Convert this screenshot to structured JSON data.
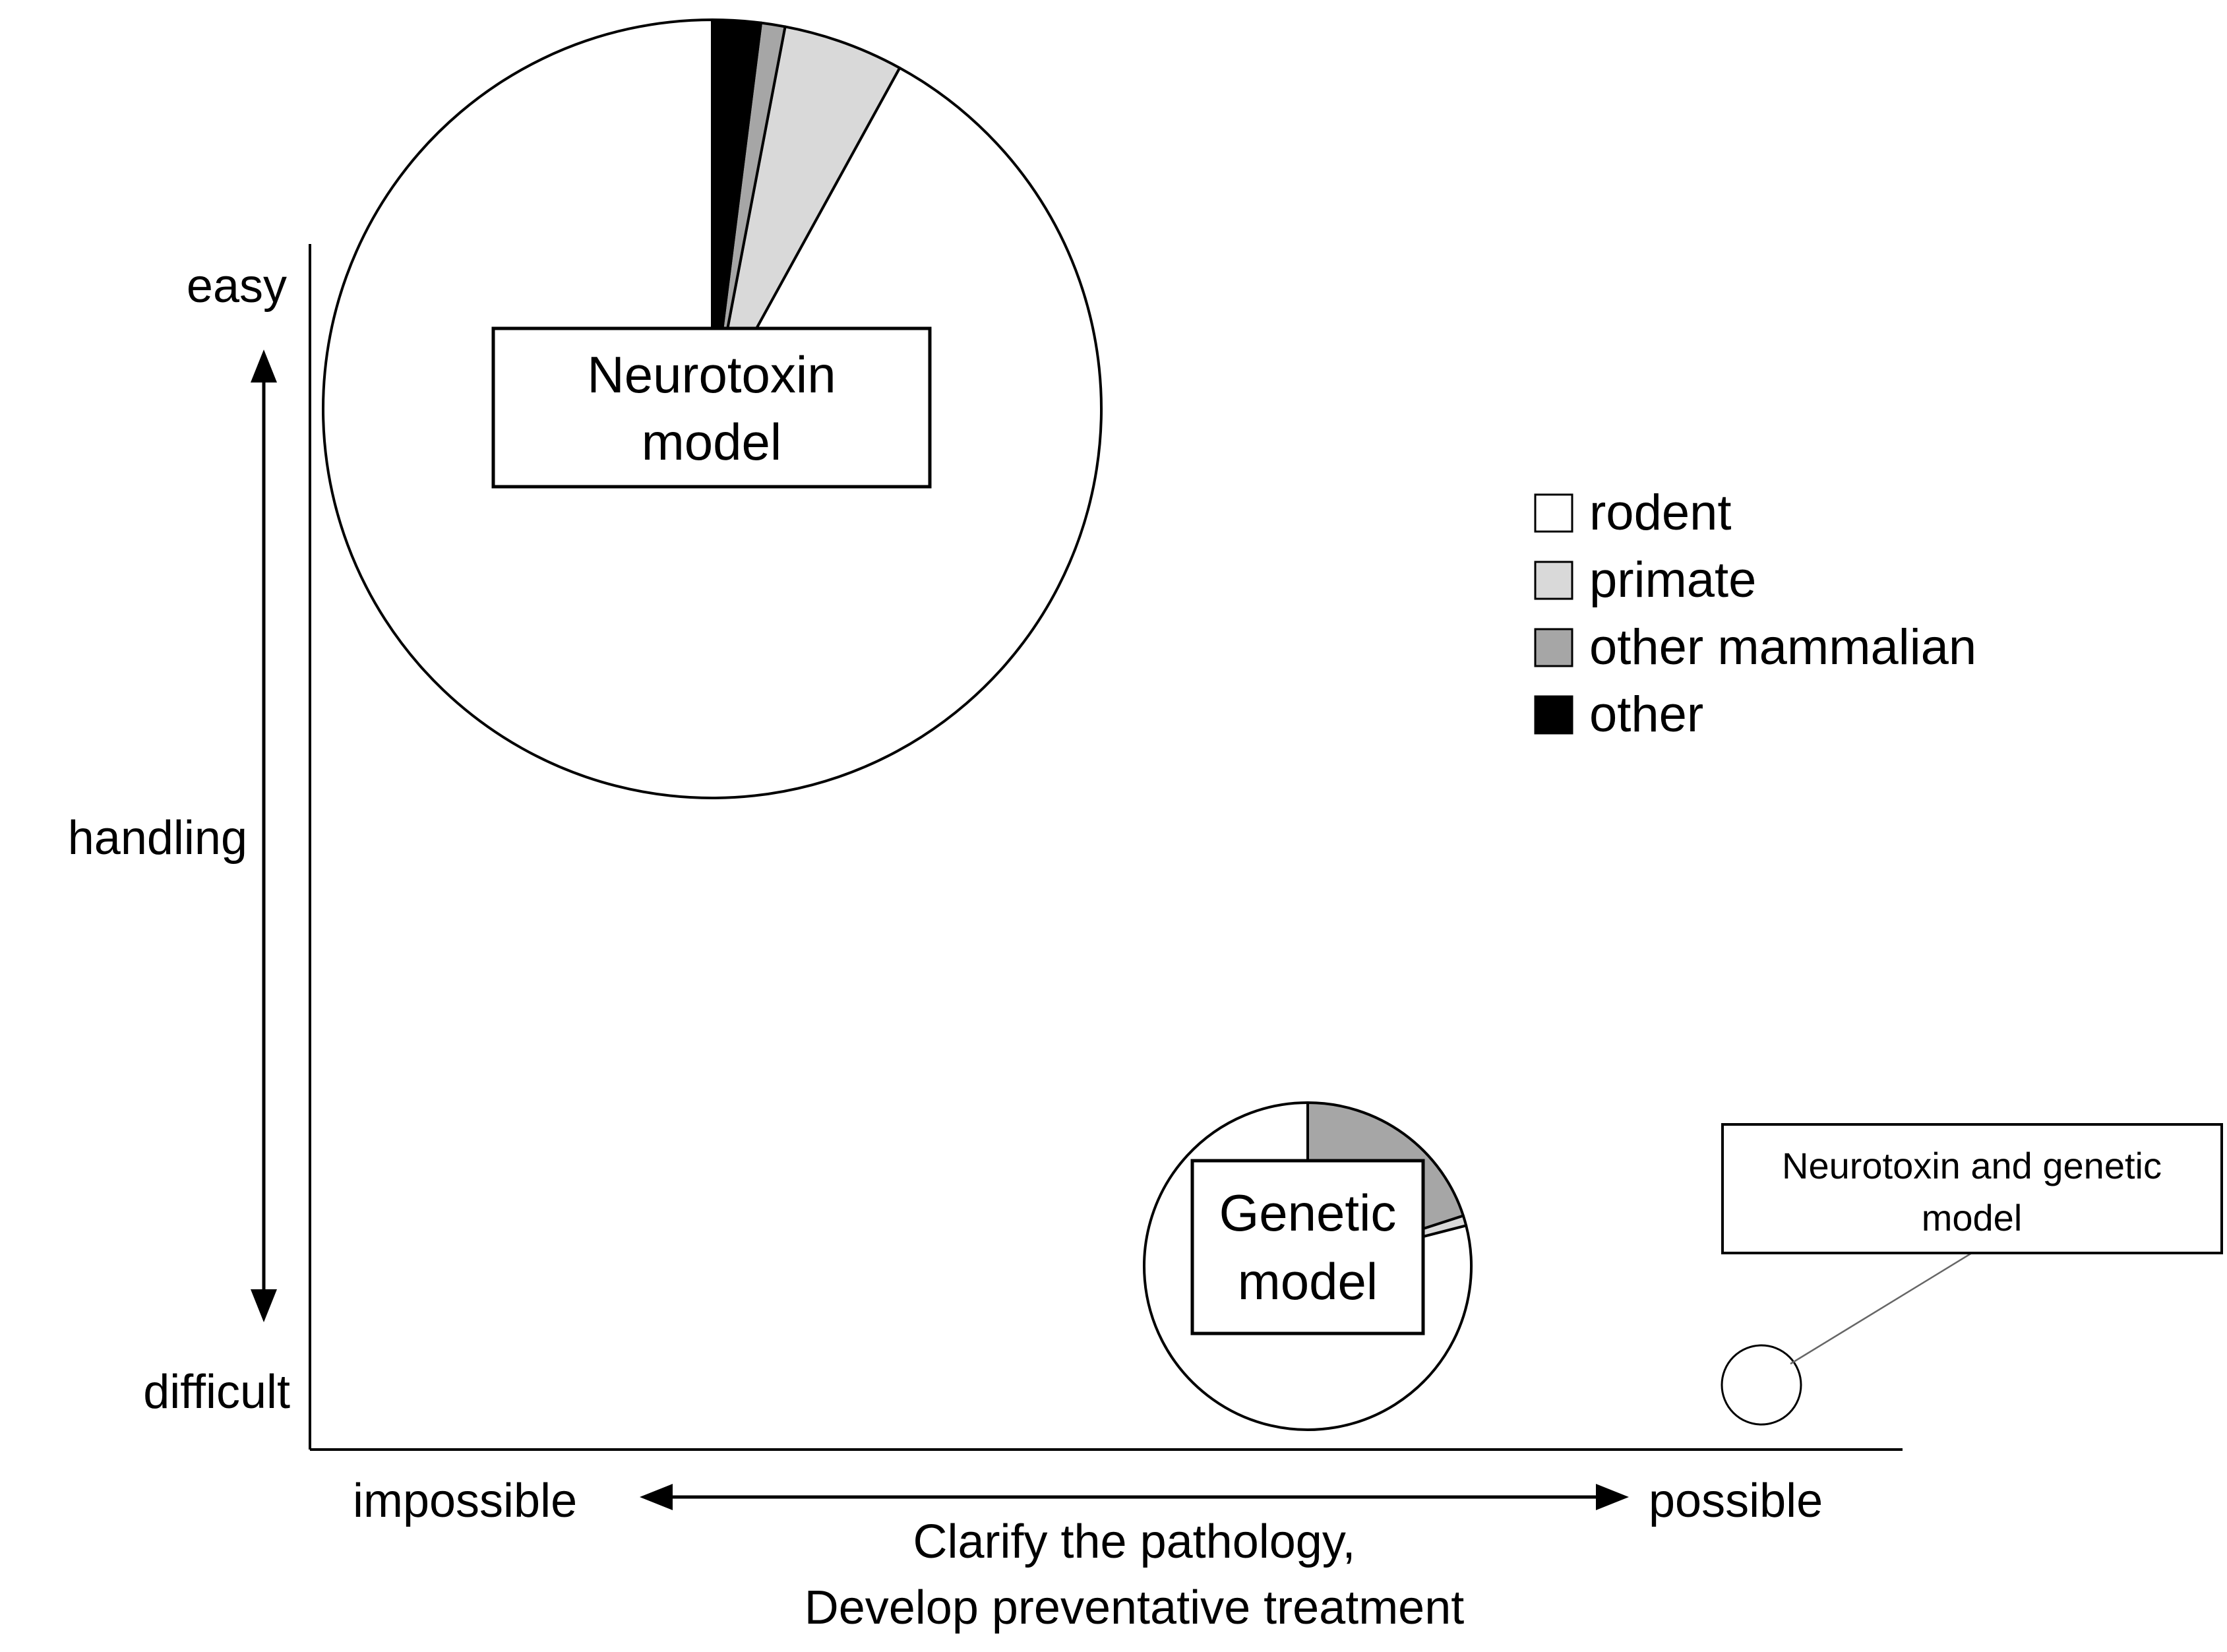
{
  "axes": {
    "y_top": "easy",
    "y_mid": "handling",
    "y_bottom": "difficult",
    "x_left": "impossible",
    "x_right": "possible",
    "x_caption_line1": "Clarify the pathology,",
    "x_caption_line2": "Develop preventative treatment"
  },
  "legend": [
    {
      "label": "rodent",
      "color": "#ffffff"
    },
    {
      "label": "primate",
      "color": "#d9d9d9"
    },
    {
      "label": "other mammalian",
      "color": "#a6a6a6"
    },
    {
      "label": "other",
      "color": "#000000"
    }
  ],
  "chart_data": [
    {
      "type": "pie",
      "name": "Neurotoxin model",
      "label_lines": [
        "Neurotoxin",
        "model"
      ],
      "handling": "easy",
      "clarify_pathology": "impossible",
      "slices": [
        {
          "category": "rodent",
          "value": 92
        },
        {
          "category": "primate",
          "value": 5
        },
        {
          "category": "other mammalian",
          "value": 1
        },
        {
          "category": "other",
          "value": 2
        }
      ]
    },
    {
      "type": "pie",
      "name": "Genetic model",
      "label_lines": [
        "Genetic",
        "model"
      ],
      "handling": "difficult",
      "clarify_pathology": "intermediate",
      "slices": [
        {
          "category": "rodent",
          "value": 79
        },
        {
          "category": "primate",
          "value": 1
        },
        {
          "category": "other mammalian",
          "value": 20
        }
      ]
    },
    {
      "type": "pie",
      "name": "Neurotoxin and genetic model",
      "label_lines": [
        "Neurotoxin and genetic",
        "model"
      ],
      "handling": "difficult",
      "clarify_pathology": "possible",
      "slices": [
        {
          "category": "rodent",
          "value": 100
        }
      ]
    }
  ]
}
